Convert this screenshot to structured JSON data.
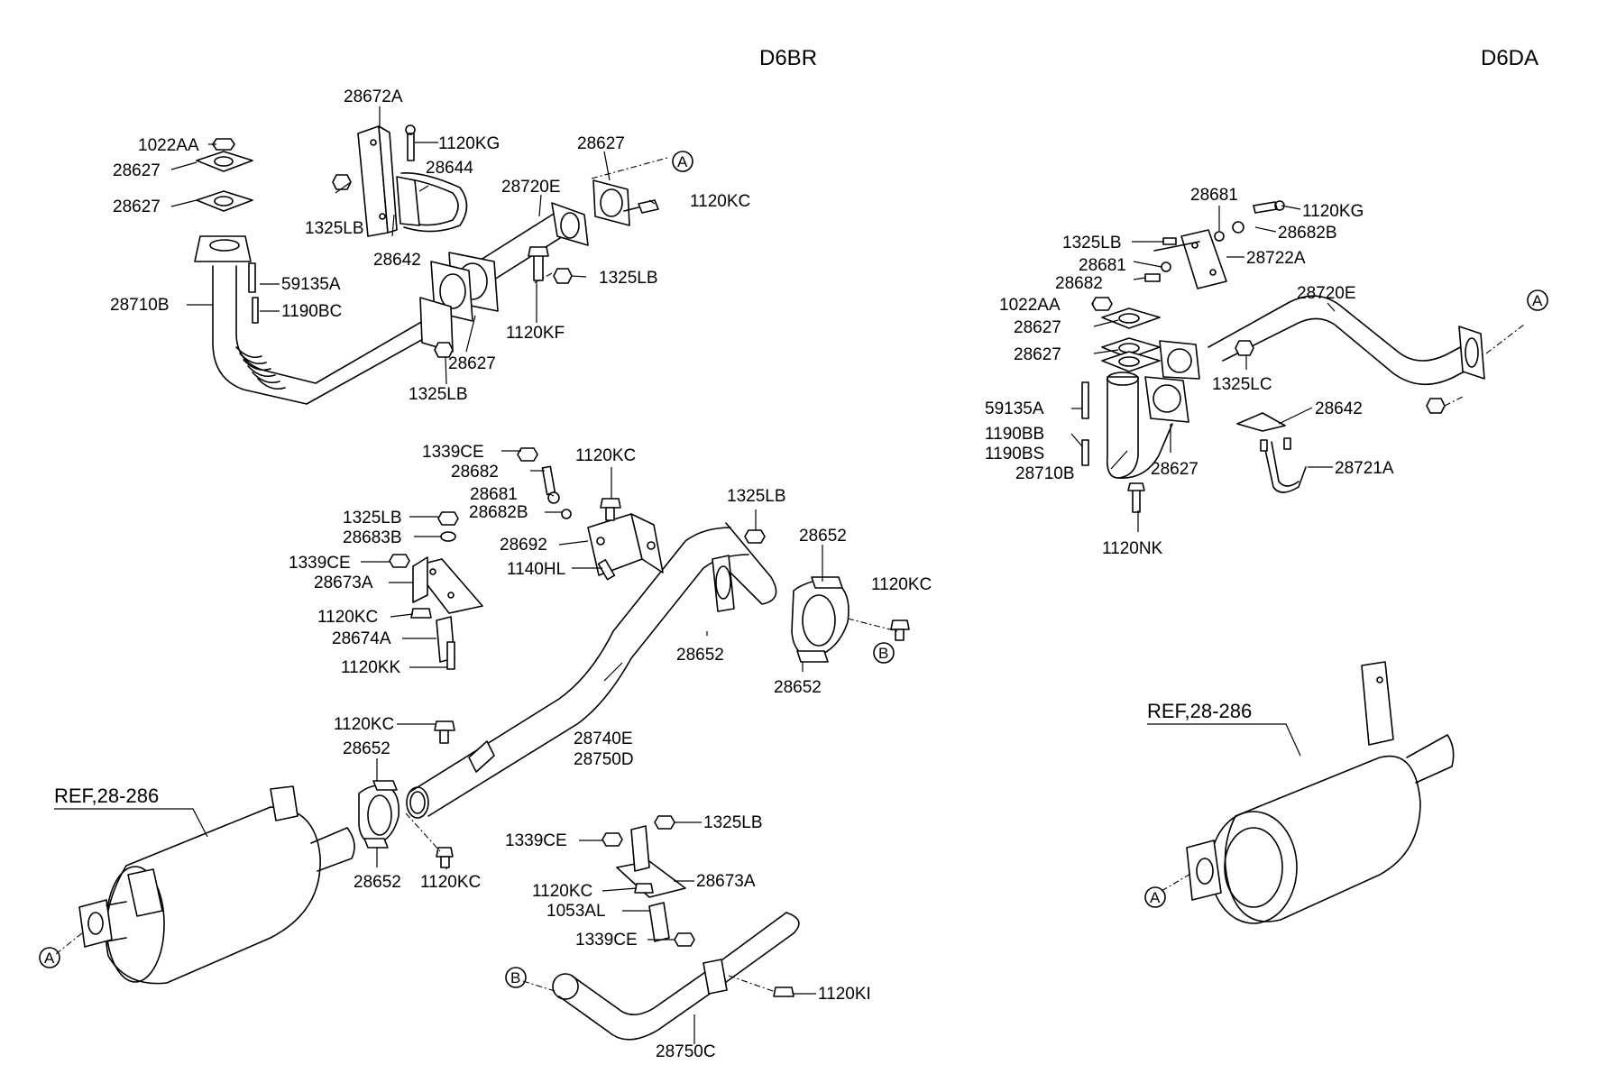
{
  "headers": {
    "left": "D6BR",
    "right": "D6DA"
  },
  "refs": {
    "left": "REF,28-286",
    "right": "REF,28-286"
  },
  "markers": {
    "a": "A",
    "b": "B"
  },
  "parts": {
    "p28672A": "28672A",
    "p1022AA_l": "1022AA",
    "p1120KG_l": "1120KG",
    "p28627_a": "28627",
    "p28644": "28644",
    "p28627_b": "28627",
    "p28627_top": "28627",
    "p1120KC_top": "1120KC",
    "p28720E_l": "28720E",
    "p1325LB_a": "1325LB",
    "p28642_l": "28642",
    "p59135A_l": "59135A",
    "p1325LB_b": "1325LB",
    "p28710B_l": "28710B",
    "p1190BC": "1190BC",
    "p1120KF": "1120KF",
    "p28627_c": "28627",
    "p1325LB_c": "1325LB",
    "p1339CE_a": "1339CE",
    "p1120KC_a": "1120KC",
    "p28682_l": "28682",
    "p28681_l": "28681",
    "p28682B_l": "28682B",
    "p1325LB_d": "1325LB",
    "p1325LB_e": "1325LB",
    "p28692": "28692",
    "p28683B": "28683B",
    "p28652_a": "28652",
    "p1339CE_b": "1339CE",
    "p1140HL": "1140HL",
    "p28673A_l": "28673A",
    "p1120KC_b": "1120KC",
    "p1120KC_c": "1120KC",
    "p28674A": "28674A",
    "p28652_b": "28652",
    "p1120KK": "1120KK",
    "p28652_c": "28652",
    "p1120KC_d": "1120KC",
    "p28740E": "28740E",
    "p28652_d": "28652",
    "p28750D": "28750D",
    "p28652_e": "28652",
    "p1120KC_e": "1120KC",
    "p1339CE_c": "1339CE",
    "p1325LB_f": "1325LB",
    "p28673A_b": "28673A",
    "p1120KC_f": "1120KC",
    "p1053AL": "1053AL",
    "p1339CE_d": "1339CE",
    "p1120KI": "1120KI",
    "p28750C": "28750C",
    "r28681_a": "28681",
    "r1120KG": "1120KG",
    "r28682B": "28682B",
    "r1325LB": "1325LB",
    "r28722A": "28722A",
    "r28681_b": "28681",
    "r28682": "28682",
    "r1022AA": "1022AA",
    "r28720E": "28720E",
    "r28627_a": "28627",
    "r28627_b": "28627",
    "r1325LC": "1325LC",
    "r59135A": "59135A",
    "r28642": "28642",
    "r1190BB": "1190BB",
    "r1190BS": "1190BS",
    "r28710B": "28710B",
    "r28627_c": "28627",
    "r28721A": "28721A",
    "r1120NK": "1120NK"
  }
}
